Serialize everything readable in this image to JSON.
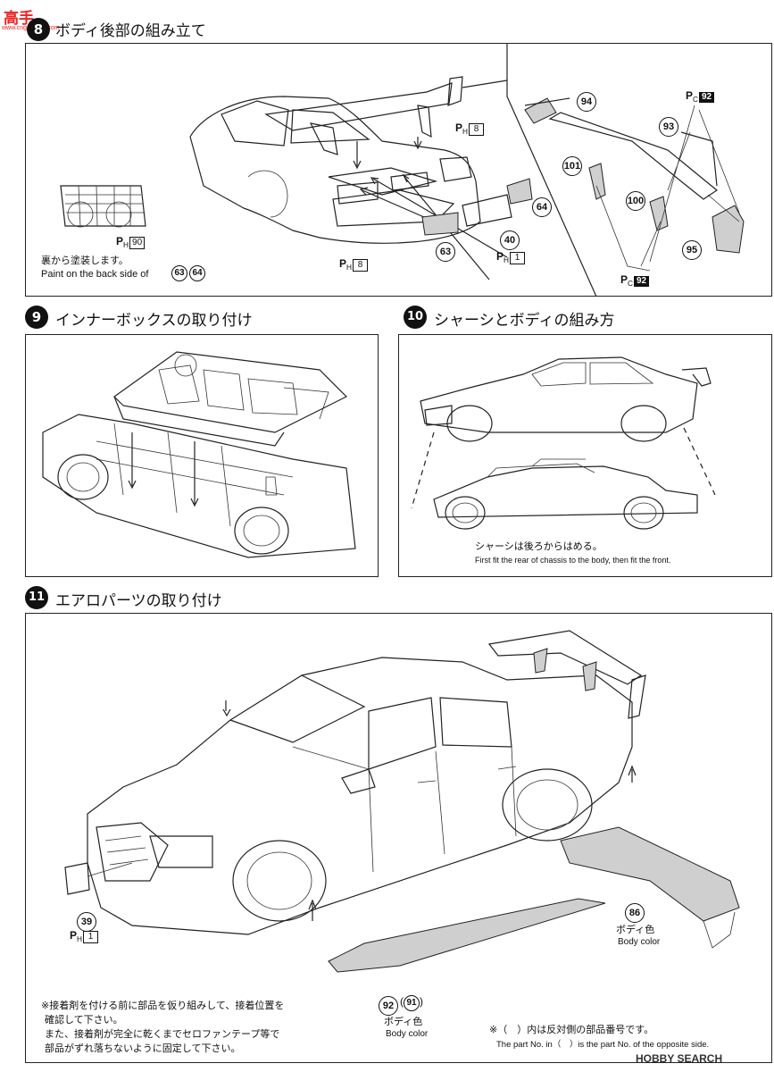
{
  "watermarks": {
    "top_left_cn": "高手",
    "top_left_en": "www.cngundam.com",
    "bottom_right": "HOBBY SEARCH"
  },
  "step8": {
    "number": "8",
    "title": "ボディ後部の組み立て",
    "paint_note_jp": "裏から塗装します。",
    "paint_note_en": "Paint on the back side of",
    "paint_note_parts": [
      "63",
      "64"
    ],
    "part_labels": {
      "p8_top": {
        "prefix": "P",
        "sub": "H",
        "box": "8"
      },
      "p90": {
        "prefix": "P",
        "sub": "H",
        "box": "90"
      },
      "p8_bottom": {
        "prefix": "P",
        "sub": "H",
        "box": "8"
      },
      "p1": {
        "prefix": "P",
        "sub": "H",
        "box": "1"
      },
      "pc92_top": {
        "prefix": "P",
        "sub": "C",
        "box": "92"
      },
      "pc92_bottom": {
        "prefix": "P",
        "sub": "C",
        "box": "92"
      }
    },
    "parts": {
      "p63": "63",
      "p64": "64",
      "p40": "40",
      "p94": "94",
      "p93": "93",
      "p101": "101",
      "p100": "100",
      "p95": "95"
    }
  },
  "step9": {
    "number": "9",
    "title": "インナーボックスの取り付け"
  },
  "step10": {
    "number": "10",
    "title": "シャーシとボディの組み方",
    "note_jp": "シャーシは後ろからはめる。",
    "note_en": "First fit the rear of chassis to the body, then fit the front."
  },
  "step11": {
    "number": "11",
    "title": "エアロパーツの取り付け",
    "parts": {
      "p39": "39",
      "p86": "86",
      "p92": "92",
      "p91": "91"
    },
    "p1_label": {
      "prefix": "P",
      "sub": "H",
      "box": "1"
    },
    "body_color_jp": "ボディ色",
    "body_color_en": "Body color",
    "body_color_jp_2": "ボディ色",
    "body_color_en_2": "Body color",
    "glue_note_jp_1": "※接着剤を付ける前に部品を仮り組みして、接着位置を",
    "glue_note_jp_2": "確認して下さい。",
    "glue_note_jp_3": "また、接着剤が完全に乾くまでセロファンテープ等で",
    "glue_note_jp_4": "部品がずれ落ちないように固定して下さい。",
    "opposite_note_jp": "※（　）内は反対側の部品番号です。",
    "opposite_note_en_1": "The part No. in",
    "opposite_note_en_2": "is the part No. of the opposite side."
  }
}
